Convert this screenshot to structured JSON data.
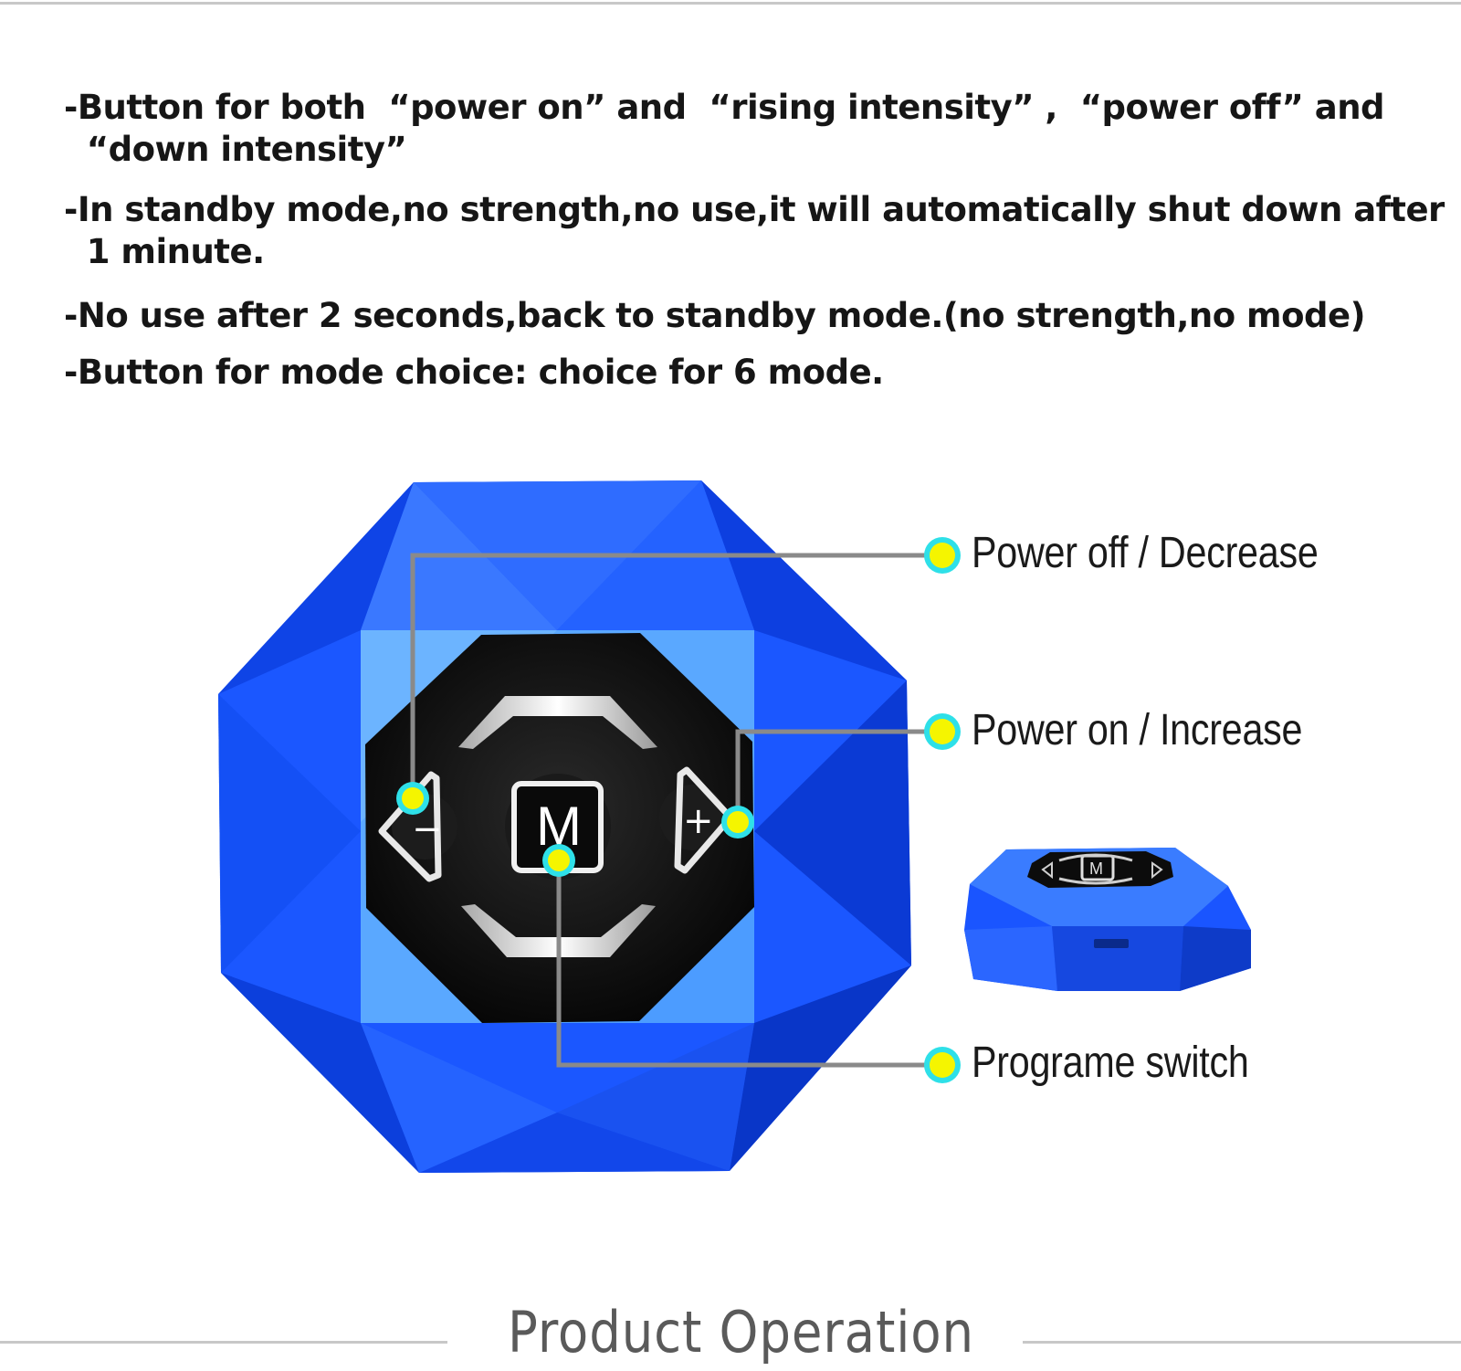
{
  "instructions": {
    "line1": "-Button for both  “power on” and  “rising intensity” ,  “power off” and",
    "line1b": "  “down intensity”",
    "line2": "-In standby mode,no strength,no use,it will automatically shut down after",
    "line2b": "  1 minute.",
    "line3": "-No use after 2 seconds,back to standby mode.(no strength,no mode)",
    "line4": "-Button for mode choice: choice for 6 mode."
  },
  "callouts": {
    "power_off": "Power off / Decrease",
    "power_on": "Power on / Increase",
    "program": "Programe switch"
  },
  "device": {
    "mode_button_label": "M",
    "minus_symbol": "−",
    "plus_symbol": "+",
    "mini_mode_label": "M"
  },
  "footer": {
    "title": "Product Operation"
  },
  "colors": {
    "device_blue": "#1b57ff",
    "panel_light_blue": "#5aa8ff",
    "button_panel": "#0a0a0a",
    "dot_yellow": "#f5f500",
    "dot_ring_cyan": "#2ee0e8",
    "leader_line": "#8a8a8a"
  }
}
